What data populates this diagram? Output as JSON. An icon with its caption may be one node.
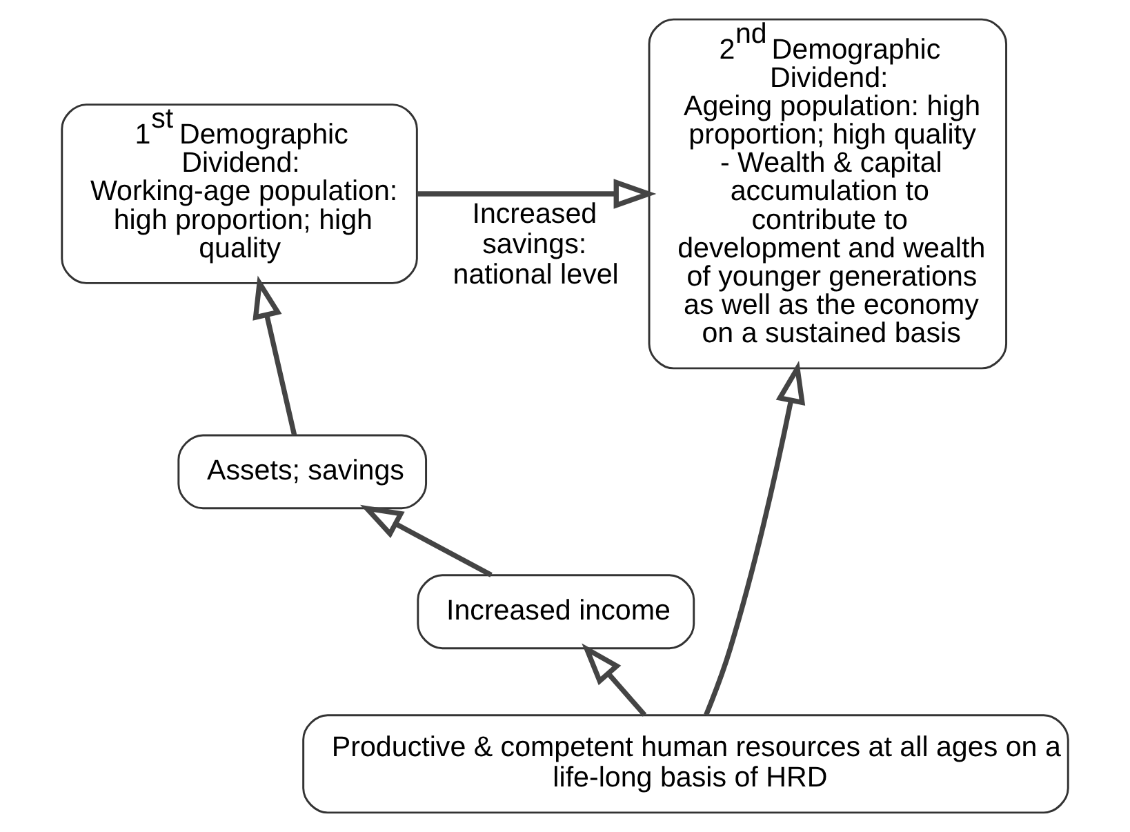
{
  "diagram": {
    "nodes": [
      {
        "text": [
          "1$^{st}$ Demographic Dividend:",
          "Working-age population: high proportion; high quality"
        ]
      },
      {
        "text": [
          "Assets; savings"
        ]
      },
      {
        "text": [
          "Increased income"
        ]
      },
      {
        "text": [
          "2$^{nd}$ Demographic Dividend:",
          "Ageing population: high proportion; high quality",
          "- Wealth & capital accumulation to contribute to development and wealth of younger generations as well as the economy on a sustained basis"
        ]
      },
      {
        "text": [
          "Productive & competent human resources at all ages on a life-long basis of HRD"
        ]
      }
    ],
    "edges": [
      {
        "from": 4,
        "to": 2,
        "arrow": "to"
      },
      {
        "from": 2,
        "to": 1,
        "arrow": "to"
      },
      {
        "from": 1,
        "to": 0,
        "arrow": "to"
      },
      {
        "from": 0,
        "to": 3,
        "arrow": "to",
        "label": "Increased savings: national level"
      },
      {
        "from": 4,
        "to": 3,
        "arrow": "to"
      }
    ]
  }
}
